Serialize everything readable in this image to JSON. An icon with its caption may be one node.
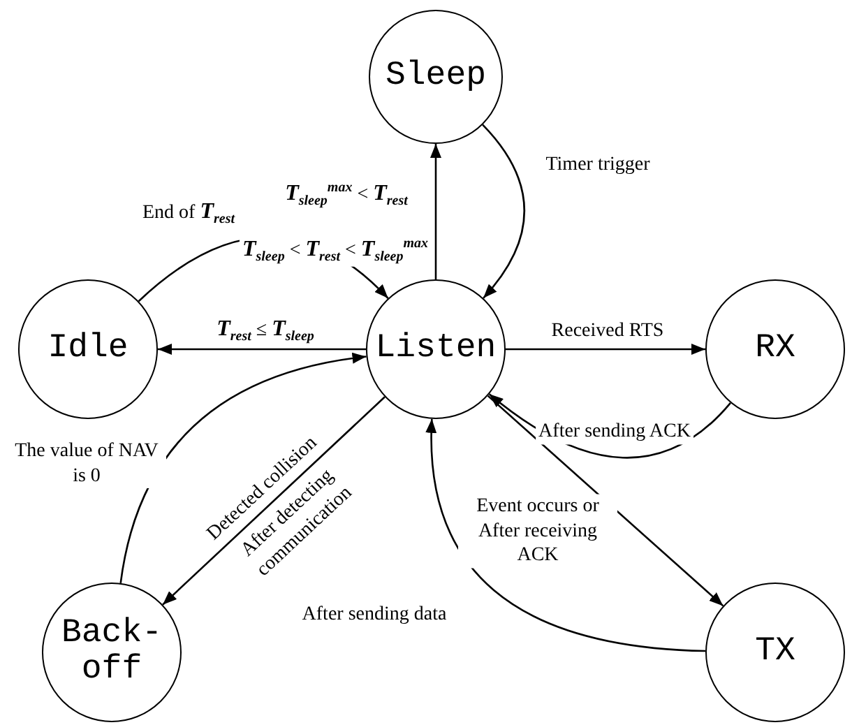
{
  "diagram": {
    "nodes": [
      {
        "text": [
          "Sleep"
        ]
      },
      {
        "text": [
          "Idle"
        ]
      },
      {
        "text": [
          "Listen"
        ]
      },
      {
        "text": [
          "RX"
        ]
      },
      {
        "text": [
          "Back-off"
        ]
      },
      {
        "text": [
          "TX"
        ]
      }
    ],
    "edges": [
      {
        "from": 2,
        "to": 0,
        "arrow": "to",
        "label": "**T**$_{sleep}$$^{max}$ < **T**$_{rest}$"
      },
      {
        "from": 0,
        "to": 2,
        "arrow": "to",
        "label": "Timer trigger"
      },
      {
        "from": 1,
        "to": 2,
        "arrow": "to",
        "label": "End of **T**$_{rest}$"
      },
      {
        "from": 2,
        "to": 1,
        "arrow": "to",
        "label": "**T**$_{rest}$ ≤ **T**$_{sleep}$"
      },
      {
        "from": 2,
        "to": 3,
        "arrow": "to",
        "label": "Received RTS"
      },
      {
        "from": 3,
        "to": 2,
        "arrow": "to",
        "label": "After sending ACK"
      },
      {
        "from": 4,
        "to": 2,
        "arrow": "to",
        "label": "The value of NAV is 0"
      },
      {
        "from": 2,
        "to": 4,
        "arrow": "to",
        "label": "Detected collision"
      },
      {
        "from": 2,
        "to": 5,
        "arrow": "to",
        "label": "Event occurs or After receiving ACK"
      },
      {
        "from": 5,
        "to": 2,
        "arrow": "to",
        "label": "After sending data"
      }
    ],
    "labels": [
      "**T**$_{sleep}$ < **T**$_{rest}$ < **T**$_{sleep}$$^{max}$",
      "After detecting communication"
    ]
  }
}
